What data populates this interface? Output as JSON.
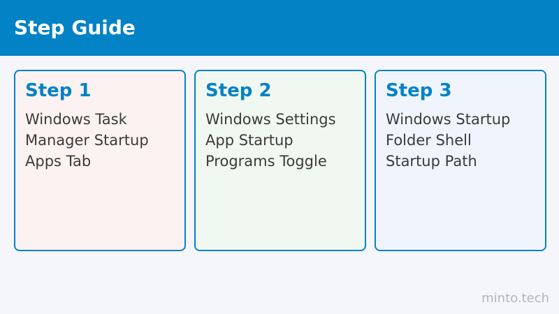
{
  "header": {
    "title": "Step Guide",
    "color": "#0382c5"
  },
  "cards": [
    {
      "title": "Step 1",
      "lines": [
        "Windows Task",
        "Manager Startup",
        "Apps Tab"
      ],
      "background": "#fdf2f2"
    },
    {
      "title": "Step 2",
      "lines": [
        "Windows Settings",
        "App Startup",
        "Programs Toggle"
      ],
      "background": "#f1f8f1"
    },
    {
      "title": "Step 3",
      "lines": [
        "Windows Startup",
        "Folder Shell",
        "Startup Path"
      ],
      "background": "#f0f5fd"
    }
  ],
  "footer": {
    "watermark": "minto.tech"
  }
}
